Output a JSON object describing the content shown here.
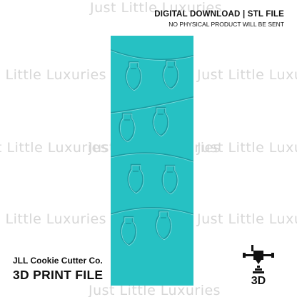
{
  "watermark": "Just Little Luxuries",
  "header": {
    "title": "DIGITAL DOWNLOAD | STL FILE",
    "subtitle": "NO PHYSICAL PRODUCT WILL BE SENT"
  },
  "footer": {
    "brand": "JLL Cookie Cutter Co.",
    "label": "3D PRINT FILE"
  },
  "printer_badge": "3D",
  "colors": {
    "cutter": "#26c1c3",
    "emboss_shadow": "#1a9aa0",
    "emboss_highlight": "#6fdcdd",
    "watermark": "#d7d7d7"
  },
  "icons": {
    "printer": "3d-printer-icon"
  }
}
